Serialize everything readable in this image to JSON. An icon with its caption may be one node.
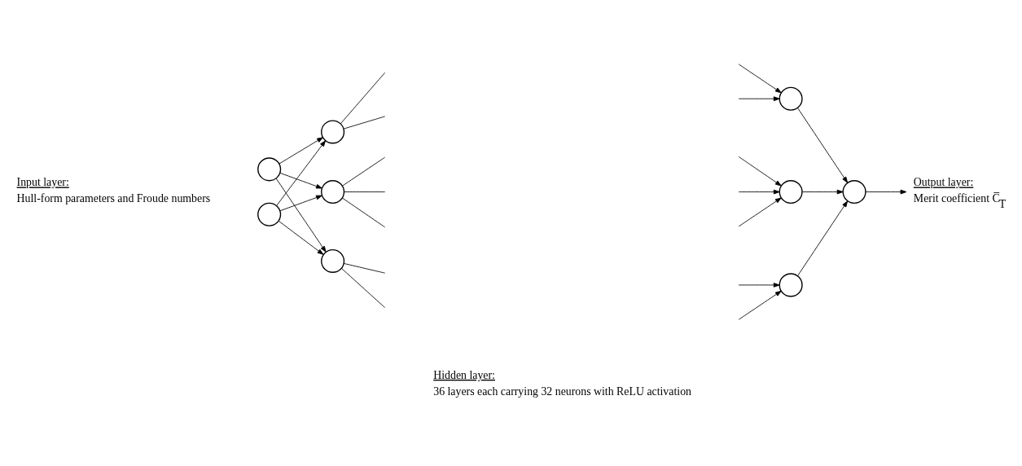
{
  "diagram": {
    "nodes": [
      {
        "text": [],
        "shape": "circle"
      },
      {
        "text": [],
        "shape": "circle"
      },
      {
        "text": [],
        "shape": "circle"
      },
      {
        "text": [],
        "shape": "circle"
      },
      {
        "text": [],
        "shape": "circle"
      },
      {
        "text": [],
        "shape": "circle"
      },
      {
        "text": [],
        "shape": "circle"
      },
      {
        "text": [],
        "shape": "circle"
      },
      {
        "text": [],
        "shape": "circle"
      },
      {
        "text": [
          "Output layer:",
          "Merit coefficient C̅$_{T}$"
        ]
      }
    ],
    "edges": [
      {
        "from": 0,
        "to": 2,
        "arrow": "to"
      },
      {
        "from": 0,
        "to": 3,
        "arrow": "to"
      },
      {
        "from": 0,
        "to": 4,
        "arrow": "to"
      },
      {
        "from": 1,
        "to": 2,
        "arrow": "to"
      },
      {
        "from": 1,
        "to": 3,
        "arrow": "to"
      },
      {
        "from": 1,
        "to": 4,
        "arrow": "to"
      },
      {
        "from": 2,
        "to": null,
        "arrow": "none"
      },
      {
        "from": 2,
        "to": null,
        "arrow": "none"
      },
      {
        "from": 3,
        "to": null,
        "arrow": "none"
      },
      {
        "from": 3,
        "to": null,
        "arrow": "none"
      },
      {
        "from": 3,
        "to": null,
        "arrow": "none"
      },
      {
        "from": 4,
        "to": null,
        "arrow": "none"
      },
      {
        "from": 4,
        "to": null,
        "arrow": "none"
      },
      {
        "from": null,
        "to": 5,
        "arrow": "to"
      },
      {
        "from": null,
        "to": 5,
        "arrow": "to"
      },
      {
        "from": null,
        "to": 6,
        "arrow": "to"
      },
      {
        "from": null,
        "to": 6,
        "arrow": "to"
      },
      {
        "from": null,
        "to": 6,
        "arrow": "to"
      },
      {
        "from": null,
        "to": 7,
        "arrow": "to"
      },
      {
        "from": null,
        "to": 7,
        "arrow": "to"
      },
      {
        "from": 5,
        "to": 8,
        "arrow": "to"
      },
      {
        "from": 6,
        "to": 8,
        "arrow": "to"
      },
      {
        "from": 7,
        "to": 8,
        "arrow": "to"
      },
      {
        "from": 8,
        "to": 9,
        "arrow": "to"
      }
    ],
    "labels": [
      "Input layer:",
      "Hull-form parameters and Froude numbers",
      "Hidden layer:",
      "36 layers each carrying 32 neurons with ReLU activation"
    ]
  }
}
